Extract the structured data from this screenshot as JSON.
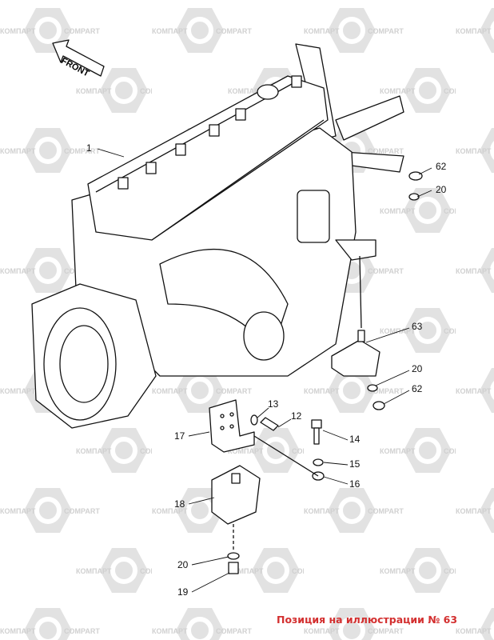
{
  "watermark": {
    "left_text": "КОМПАРТ",
    "right_text": "COMPART",
    "color": "#d9d9d9"
  },
  "direction_label": "FRONT",
  "callouts": [
    {
      "id": "c1",
      "label": "1"
    },
    {
      "id": "c62a",
      "label": "62"
    },
    {
      "id": "c20a",
      "label": "20"
    },
    {
      "id": "c63",
      "label": "63"
    },
    {
      "id": "c20b",
      "label": "20"
    },
    {
      "id": "c62b",
      "label": "62"
    },
    {
      "id": "c13",
      "label": "13"
    },
    {
      "id": "c12",
      "label": "12"
    },
    {
      "id": "c17",
      "label": "17"
    },
    {
      "id": "c14",
      "label": "14"
    },
    {
      "id": "c15",
      "label": "15"
    },
    {
      "id": "c16",
      "label": "16"
    },
    {
      "id": "c18",
      "label": "18"
    },
    {
      "id": "c20c",
      "label": "20"
    },
    {
      "id": "c19",
      "label": "19"
    }
  ],
  "caption": {
    "text": "Позиция на иллюстрации № 63",
    "color": "#d32f2f"
  }
}
